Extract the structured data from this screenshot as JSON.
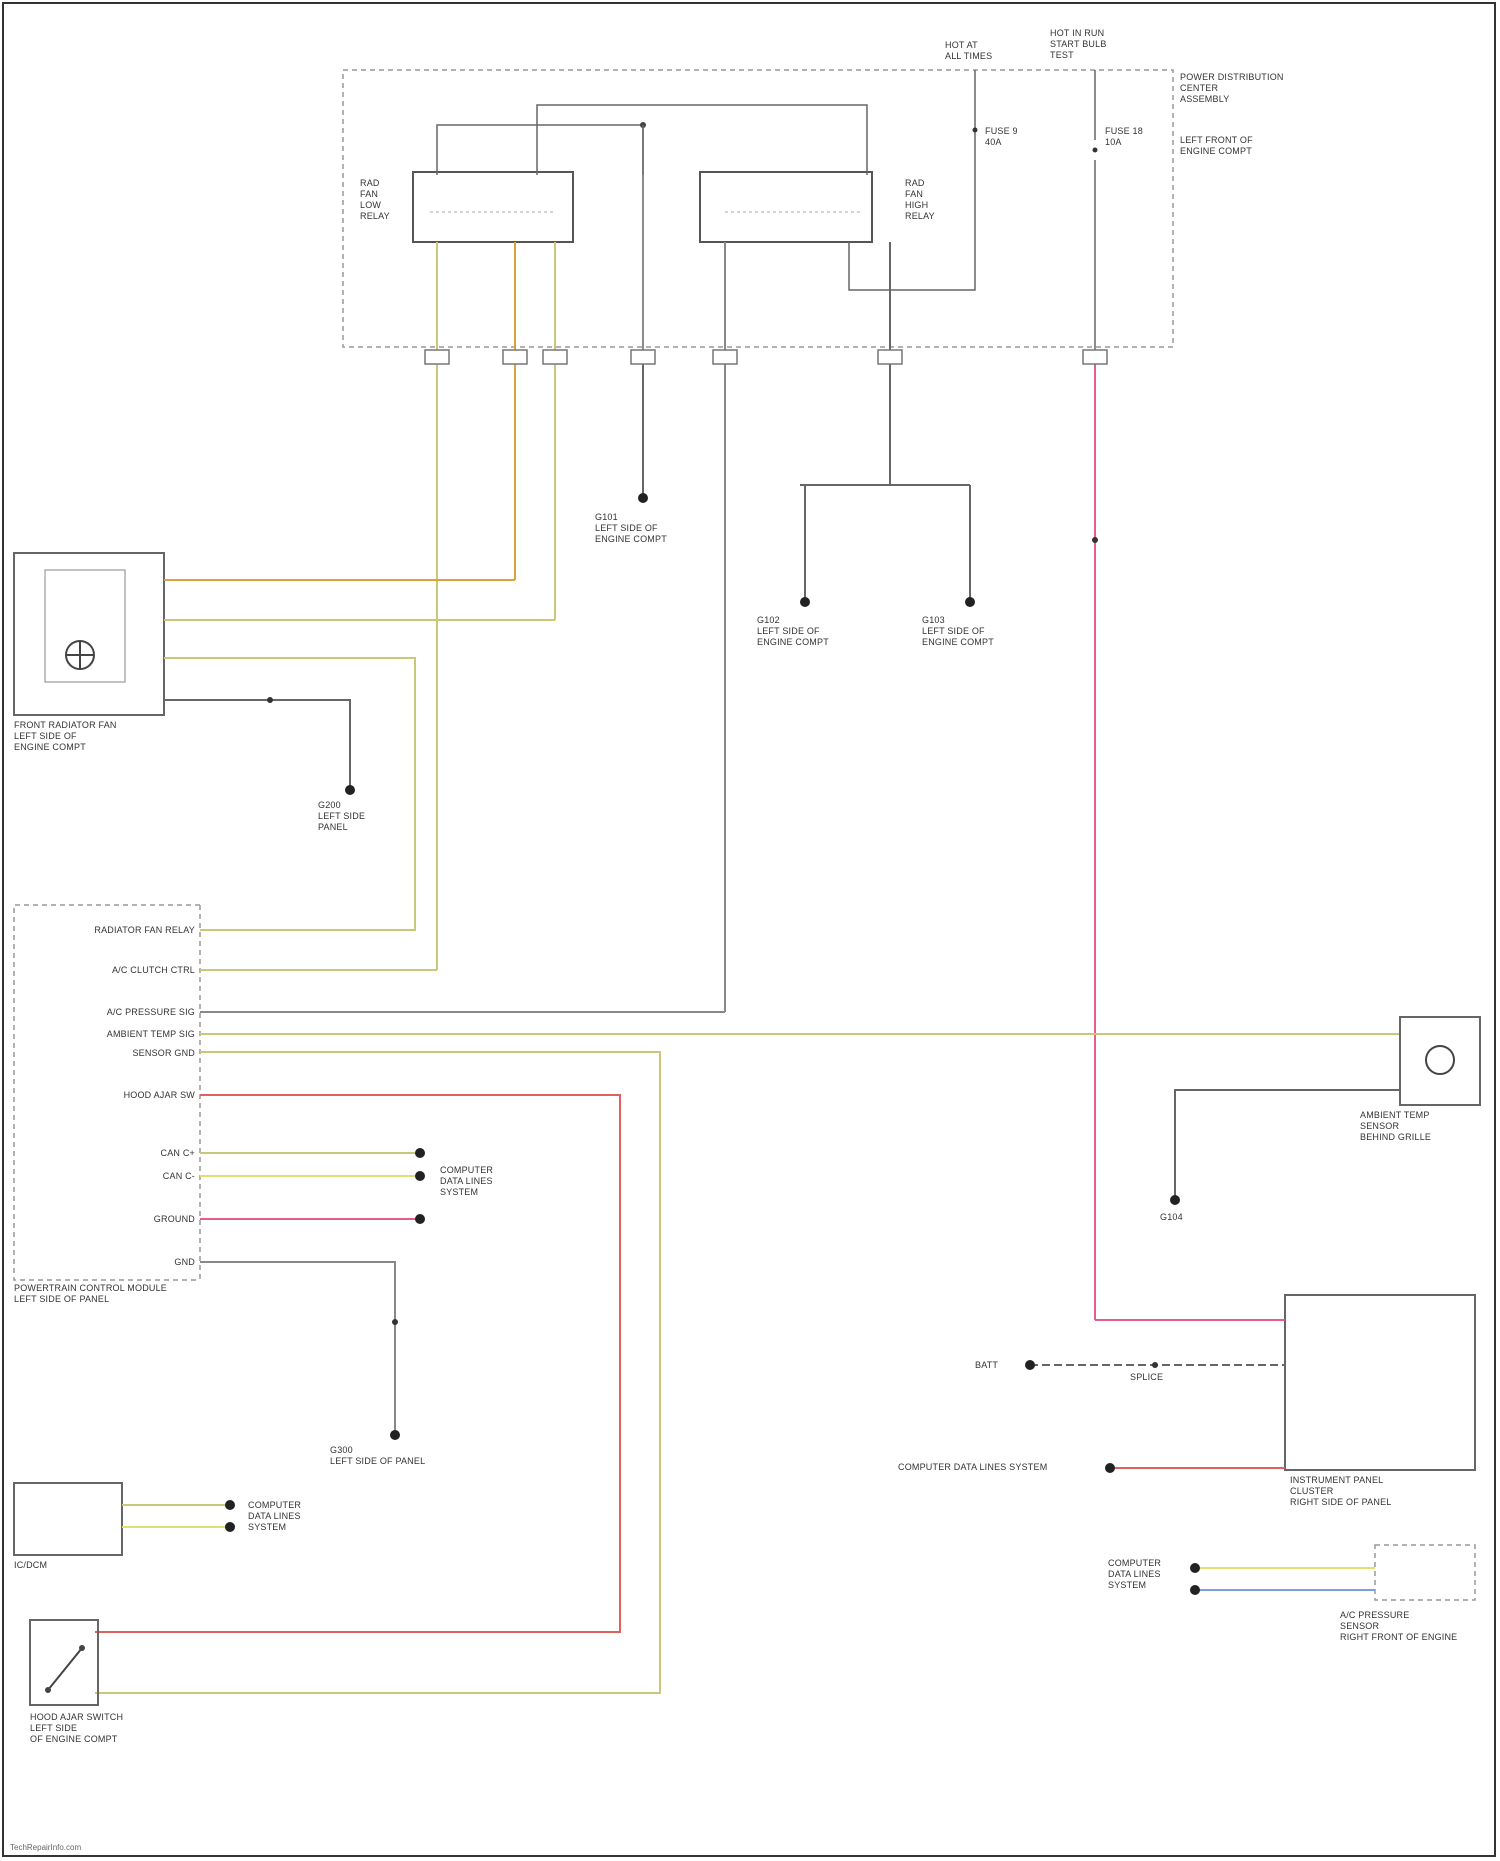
{
  "diagram": {
    "colors": {
      "orange": "#d9a23c",
      "yellow": "#e0e070",
      "olive": "#c8c878",
      "pink": "#e85c8c",
      "red": "#e06060",
      "grey": "#888888",
      "dark": "#444444",
      "blue": "#7aa0e0"
    },
    "top_labels": {
      "hot_at_all_times": "HOT AT\nALL TIMES",
      "hot_in_run": "HOT IN RUN\nSTART BULB\nTEST"
    },
    "box_labels": {
      "power_distribution": "POWER DISTRIBUTION\nCENTER\nASSEMBLY",
      "left_front_engine": "LEFT FRONT OF\nENGINE COMPT",
      "relay_left": "RAD\nFAN\nLOW\nRELAY",
      "relay_right": "RAD\nFAN\nHIGH\nRELAY",
      "fuse_a": "FUSE 9\n40A",
      "fuse_b": "FUSE 18\n10A"
    },
    "modules": {
      "motor": "FRONT RADIATOR FAN\nLEFT SIDE OF\nENGINE COMPT",
      "pcm": "POWERTRAIN CONTROL MODULE\nLEFT SIDE OF PANEL",
      "sensor": "AMBIENT TEMP\nSENSOR\nBEHIND GRILLE",
      "switch": "HOOD AJAR SWITCH\nLEFT SIDE\nOF ENGINE COMPT",
      "block": "IC/DCM",
      "cluster": "INSTRUMENT PANEL\nCLUSTER\nRIGHT SIDE OF PANEL",
      "connector": "A/C PRESSURE\nSENSOR\nRIGHT FRONT OF ENGINE",
      "ground_a": "G101\nLEFT SIDE OF\nENGINE COMPT",
      "ground_b": "G102\nLEFT SIDE OF\nENGINE COMPT",
      "ground_c": "G103\nLEFT SIDE OF\nENGINE COMPT",
      "ground_d": "G200\nLEFT SIDE\nPANEL",
      "ground_e": "G300\nLEFT SIDE OF PANEL",
      "ground_f": "G104"
    },
    "pin_labels": [
      "RADIATOR FAN RELAY",
      "A/C CLUTCH CTRL",
      "A/C PRESSURE SIG",
      "AMBIENT TEMP SIG",
      "SENSOR GND",
      "HOOD AJAR SW",
      "CAN C+",
      "CAN C-",
      "GROUND",
      "GND"
    ],
    "side_labels": {
      "computer_a": "COMPUTER\nDATA LINES\nSYSTEM",
      "computer_b": "COMPUTER\nDATA LINES\nSYSTEM",
      "computer_c": "COMPUTER DATA LINES SYSTEM",
      "computer_d": "COMPUTER\nDATA LINES\nSYSTEM",
      "left_ref": "BATT",
      "sw_ref": "SPLICE"
    },
    "footer": "TechRepairInfo.com"
  }
}
